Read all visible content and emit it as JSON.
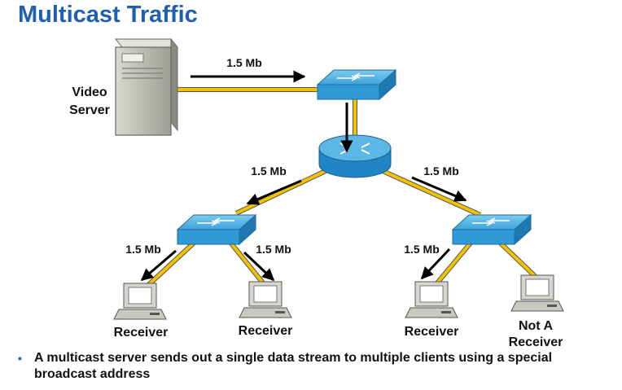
{
  "title": "Multicast Traffic",
  "rate_labels": {
    "server_link": "1.5 Mb",
    "router_left": "1.5 Mb",
    "router_right": "1.5 Mb",
    "left_switch_a": "1.5 Mb",
    "left_switch_b": "1.5 Mb",
    "right_switch_a": "1.5 Mb"
  },
  "devices": {
    "server_line1": "Video",
    "server_line2": "Server",
    "receiver_1": "Receiver",
    "receiver_2": "Receiver",
    "receiver_3": "Receiver",
    "non_receiver_line1": "Not A",
    "non_receiver_line2": "Receiver"
  },
  "note": {
    "bullet": "•",
    "text": "A multicast server sends out a single data stream to multiple clients using a special broadcast address"
  },
  "colors": {
    "title": "#1f5fae",
    "link": "#f2c200",
    "switch": "#2f9ad6",
    "router": "#2f9ad6"
  }
}
